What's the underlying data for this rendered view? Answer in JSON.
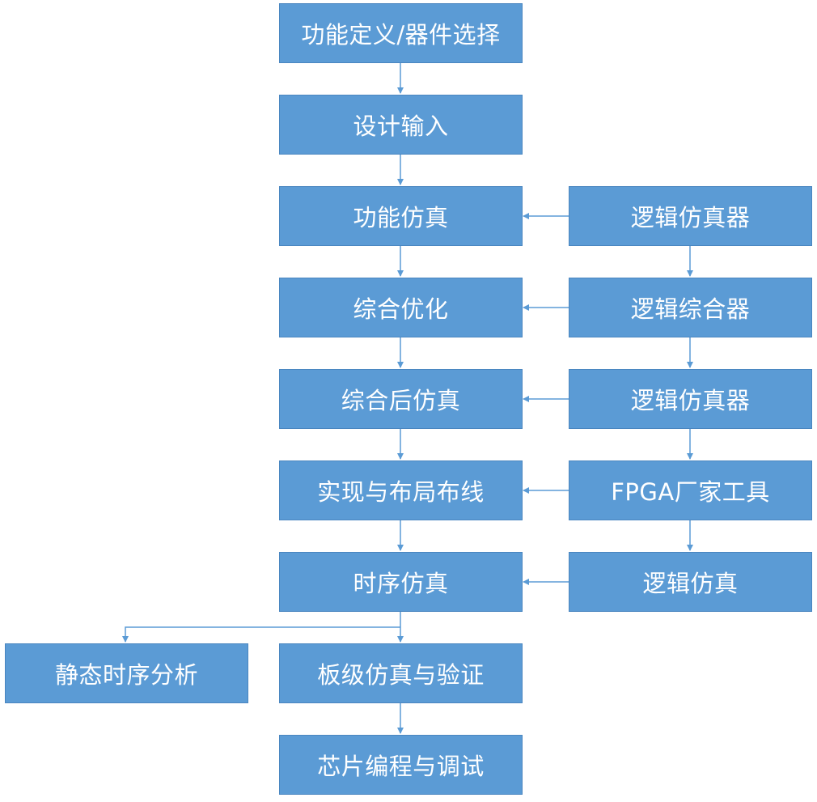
{
  "flow": {
    "main": [
      "功能定义/器件选择",
      "设计输入",
      "功能仿真",
      "综合优化",
      "综合后仿真",
      "实现与布局布线",
      "时序仿真",
      "板级仿真与验证",
      "芯片编程与调试"
    ],
    "tools": [
      "逻辑仿真器",
      "逻辑综合器",
      "逻辑仿真器",
      "FPGA厂家工具",
      "逻辑仿真"
    ],
    "side": "静态时序分析"
  },
  "colors": {
    "box_fill": "#5b9bd5",
    "box_text": "#ffffff",
    "connector": "#5b9bd5"
  }
}
